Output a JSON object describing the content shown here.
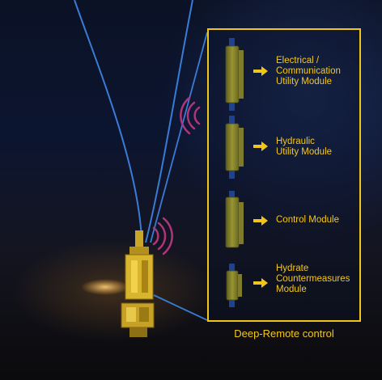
{
  "modules": [
    {
      "label": "Electrical /\nCommunication\nUtility Module"
    },
    {
      "label": "Hydraulic\nUtility Module"
    },
    {
      "label": "Control Module"
    },
    {
      "label": "Hydrate\nCountermeasures\nModule"
    }
  ],
  "caption": "Deep-Remote control",
  "colors": {
    "accent": "#f5c71a",
    "cable": "#3a7bd5",
    "signal": "#b0357a",
    "module_yellow": "#d9cf2a",
    "module_blue": "#2a5cc8"
  }
}
